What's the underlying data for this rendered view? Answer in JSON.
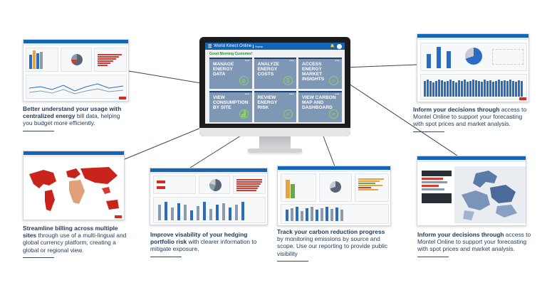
{
  "monitor": {
    "app": {
      "logo": "☰",
      "name": "World Kinect Online",
      "tag": "Home",
      "bell": "🔔"
    },
    "greeting": "Good Morning Customer!",
    "tiles": [
      {
        "label": "Manage Energy Data",
        "icon": "globe-leaf-icon",
        "glyph": "◍"
      },
      {
        "label": "Analyze Energy Costs",
        "icon": "money-bag-icon",
        "glyph": "$"
      },
      {
        "label": "Access Energy Market Insights",
        "icon": "magnifier-chart-icon",
        "glyph": "⌕"
      },
      {
        "label": "View Consumption by Site",
        "icon": "factory-icon",
        "glyph": "▟"
      },
      {
        "label": "Review Energy Risk",
        "icon": "shield-check-icon",
        "glyph": "✓"
      },
      {
        "label": "View Carbon Map and Dashboard",
        "icon": "map-pin-icon",
        "glyph": "⌖"
      }
    ],
    "tile_dots": "•••"
  },
  "captions": {
    "c1": {
      "bold": "Better understand your usage with centralized energy",
      "rest": " bill data, helping you budget more efficiently."
    },
    "c2": {
      "bold": "Streamline billing across multiple sites",
      "rest": " through use of a multi-lingual and global currency platform, creating a global or regional view."
    },
    "c3": {
      "bold": "Improve visability of your hedging portfolio risk",
      "rest": " with clearer information to mitigate exposure."
    },
    "c4": {
      "bold": "Track your carbon reduction progress",
      "rest": " by monitoring emissions by source and scope. Use our reporting to provide public visibility"
    },
    "c5": {
      "bold": "Inform your decisions through",
      "rest": " access to Montel Online to support your forecasting with spot prices and market analysis."
    },
    "c6": {
      "bold": "Inform your decisions through",
      "rest": " access to Montel Online to support your forecasting with spot prices and market analysis."
    }
  },
  "colors": {
    "brand_blue": "#1565b7",
    "tile": "#7e97b5",
    "tile_border": "#1c3f74",
    "green_icon": "#8ed06a",
    "alert_red": "#d62b22"
  }
}
